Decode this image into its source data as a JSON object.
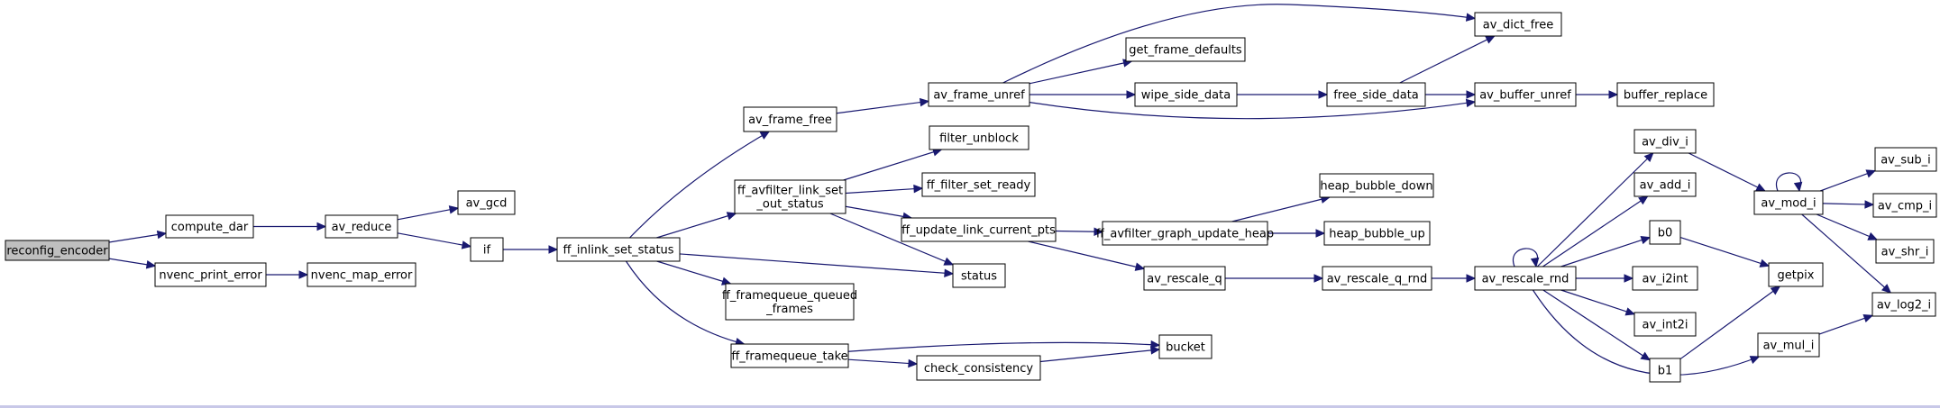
{
  "graph": {
    "nodes": [
      {
        "id": "reconfig_encoder",
        "label": "reconfig_encoder",
        "root": true
      },
      {
        "id": "compute_dar",
        "label": "compute_dar"
      },
      {
        "id": "nvenc_print_error",
        "label": "nvenc_print_error"
      },
      {
        "id": "nvenc_map_error",
        "label": "nvenc_map_error"
      },
      {
        "id": "av_reduce",
        "label": "av_reduce"
      },
      {
        "id": "av_gcd",
        "label": "av_gcd"
      },
      {
        "id": "if",
        "label": "if"
      },
      {
        "id": "ff_inlink_set_status",
        "label": "ff_inlink_set_status"
      },
      {
        "id": "av_frame_free",
        "label": "av_frame_free"
      },
      {
        "id": "ff_avfilter_link_set_out_status",
        "label": [
          "ff_avfilter_link_set",
          "_out_status"
        ]
      },
      {
        "id": "ff_framequeue_queued_frames",
        "label": [
          "ff_framequeue_queued",
          "_frames"
        ]
      },
      {
        "id": "ff_framequeue_take",
        "label": "ff_framequeue_take"
      },
      {
        "id": "status",
        "label": "status"
      },
      {
        "id": "av_frame_unref",
        "label": "av_frame_unref"
      },
      {
        "id": "filter_unblock",
        "label": "filter_unblock"
      },
      {
        "id": "ff_filter_set_ready",
        "label": "ff_filter_set_ready"
      },
      {
        "id": "ff_update_link_current_pts",
        "label": "ff_update_link_current_pts"
      },
      {
        "id": "check_consistency",
        "label": "check_consistency"
      },
      {
        "id": "bucket",
        "label": "bucket"
      },
      {
        "id": "get_frame_defaults",
        "label": "get_frame_defaults"
      },
      {
        "id": "wipe_side_data",
        "label": "wipe_side_data"
      },
      {
        "id": "av_dict_free",
        "label": "av_dict_free"
      },
      {
        "id": "free_side_data",
        "label": "free_side_data"
      },
      {
        "id": "av_buffer_unref",
        "label": "av_buffer_unref"
      },
      {
        "id": "buffer_replace",
        "label": "buffer_replace"
      },
      {
        "id": "ff_avfilter_graph_update_heap",
        "label": "ff_avfilter_graph_update_heap"
      },
      {
        "id": "heap_bubble_down",
        "label": "heap_bubble_down"
      },
      {
        "id": "heap_bubble_up",
        "label": "heap_bubble_up"
      },
      {
        "id": "av_rescale_q",
        "label": "av_rescale_q"
      },
      {
        "id": "av_rescale_q_rnd",
        "label": "av_rescale_q_rnd"
      },
      {
        "id": "av_rescale_rnd",
        "label": "av_rescale_rnd"
      },
      {
        "id": "av_div_i",
        "label": "av_div_i"
      },
      {
        "id": "av_add_i",
        "label": "av_add_i"
      },
      {
        "id": "b0",
        "label": "b0"
      },
      {
        "id": "av_i2int",
        "label": "av_i2int"
      },
      {
        "id": "av_int2i",
        "label": "av_int2i"
      },
      {
        "id": "b1",
        "label": "b1"
      },
      {
        "id": "av_mul_i",
        "label": "av_mul_i"
      },
      {
        "id": "av_mod_i",
        "label": "av_mod_i"
      },
      {
        "id": "getpix",
        "label": "getpix"
      },
      {
        "id": "av_sub_i",
        "label": "av_sub_i"
      },
      {
        "id": "av_cmp_i",
        "label": "av_cmp_i"
      },
      {
        "id": "av_shr_i",
        "label": "av_shr_i"
      },
      {
        "id": "av_log2_i",
        "label": "av_log2_i"
      }
    ],
    "edges": [
      [
        "reconfig_encoder",
        "compute_dar"
      ],
      [
        "reconfig_encoder",
        "nvenc_print_error"
      ],
      [
        "nvenc_print_error",
        "nvenc_map_error"
      ],
      [
        "compute_dar",
        "av_reduce"
      ],
      [
        "av_reduce",
        "av_gcd"
      ],
      [
        "av_reduce",
        "if"
      ],
      [
        "if",
        "ff_inlink_set_status"
      ],
      [
        "ff_inlink_set_status",
        "av_frame_free"
      ],
      [
        "ff_inlink_set_status",
        "ff_avfilter_link_set_out_status"
      ],
      [
        "ff_inlink_set_status",
        "status"
      ],
      [
        "ff_inlink_set_status",
        "ff_framequeue_queued_frames"
      ],
      [
        "ff_inlink_set_status",
        "ff_framequeue_take"
      ],
      [
        "av_frame_free",
        "av_frame_unref"
      ],
      [
        "ff_avfilter_link_set_out_status",
        "filter_unblock"
      ],
      [
        "ff_avfilter_link_set_out_status",
        "ff_filter_set_ready"
      ],
      [
        "ff_avfilter_link_set_out_status",
        "ff_update_link_current_pts"
      ],
      [
        "ff_avfilter_link_set_out_status",
        "status"
      ],
      [
        "ff_framequeue_take",
        "bucket"
      ],
      [
        "ff_framequeue_take",
        "check_consistency"
      ],
      [
        "check_consistency",
        "bucket"
      ],
      [
        "av_frame_unref",
        "av_dict_free"
      ],
      [
        "av_frame_unref",
        "get_frame_defaults"
      ],
      [
        "av_frame_unref",
        "wipe_side_data"
      ],
      [
        "av_frame_unref",
        "av_buffer_unref"
      ],
      [
        "wipe_side_data",
        "free_side_data"
      ],
      [
        "free_side_data",
        "av_dict_free"
      ],
      [
        "free_side_data",
        "av_buffer_unref"
      ],
      [
        "av_buffer_unref",
        "buffer_replace"
      ],
      [
        "ff_update_link_current_pts",
        "ff_avfilter_graph_update_heap"
      ],
      [
        "ff_update_link_current_pts",
        "av_rescale_q"
      ],
      [
        "ff_avfilter_graph_update_heap",
        "heap_bubble_down"
      ],
      [
        "ff_avfilter_graph_update_heap",
        "heap_bubble_up"
      ],
      [
        "av_rescale_q",
        "av_rescale_q_rnd"
      ],
      [
        "av_rescale_q_rnd",
        "av_rescale_rnd"
      ],
      [
        "av_rescale_rnd",
        "av_rescale_rnd"
      ],
      [
        "av_rescale_rnd",
        "av_div_i"
      ],
      [
        "av_rescale_rnd",
        "av_add_i"
      ],
      [
        "av_rescale_rnd",
        "b0"
      ],
      [
        "av_rescale_rnd",
        "av_i2int"
      ],
      [
        "av_rescale_rnd",
        "av_int2i"
      ],
      [
        "av_rescale_rnd",
        "b1"
      ],
      [
        "av_rescale_rnd",
        "av_mul_i"
      ],
      [
        "av_div_i",
        "av_mod_i"
      ],
      [
        "av_mod_i",
        "av_mod_i"
      ],
      [
        "av_mod_i",
        "av_sub_i"
      ],
      [
        "av_mod_i",
        "av_cmp_i"
      ],
      [
        "av_mod_i",
        "av_shr_i"
      ],
      [
        "av_mod_i",
        "av_log2_i"
      ],
      [
        "b0",
        "getpix"
      ],
      [
        "b1",
        "getpix"
      ],
      [
        "av_mul_i",
        "av_log2_i"
      ]
    ]
  }
}
